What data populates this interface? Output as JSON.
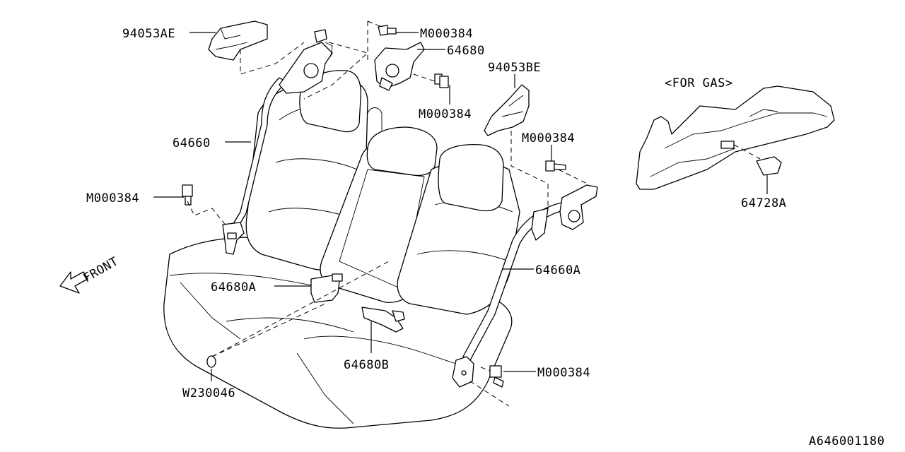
{
  "diagram": {
    "figure_id": "A646001180",
    "callouts": {
      "bracket_upper_left": "94053AE",
      "bolt_top": "M000384",
      "retractor_top": "64680",
      "cover_center": "94053BE",
      "bolt_mid_top": "M000384",
      "bolt_right": "M000384",
      "belt_left": "64660",
      "bolt_left": "M000384",
      "buckle_left": "64680A",
      "belt_right": "64660A",
      "buckle_center": "64680B",
      "clip": "W230046",
      "bolt_bottom": "M000384",
      "trim_part": "64728A"
    },
    "note_variant": "<FOR GAS>",
    "direction_label": "FRONT"
  }
}
